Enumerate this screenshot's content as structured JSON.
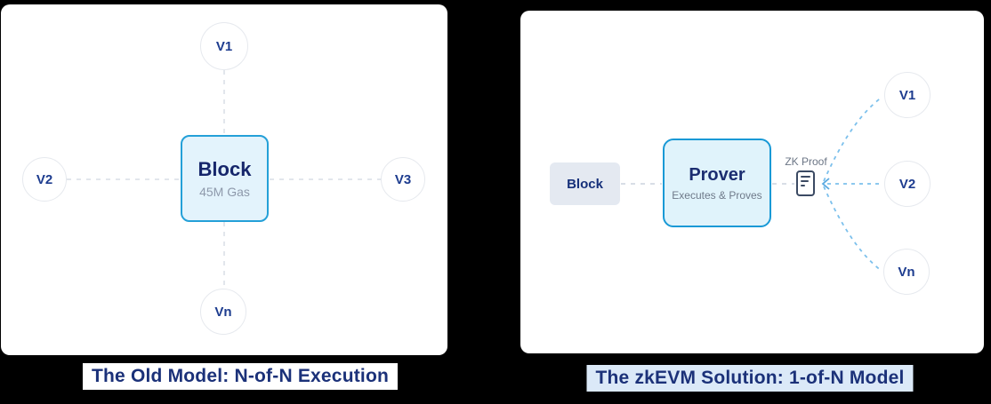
{
  "left_panel": {
    "caption": "The Old Model: N-of-N Execution",
    "block": {
      "title": "Block",
      "subtitle": "45M Gas"
    },
    "validators": [
      {
        "label": "V1"
      },
      {
        "label": "V2"
      },
      {
        "label": "V3"
      },
      {
        "label": "Vn"
      }
    ]
  },
  "right_panel": {
    "caption": "The zkEVM Solution: 1-of-N Model",
    "block_label": "Block",
    "prover": {
      "title": "Prover",
      "subtitle": "Executes & Proves"
    },
    "zk_proof_label": "ZK Proof",
    "validators": [
      {
        "label": "V1"
      },
      {
        "label": "V2"
      },
      {
        "label": "Vn"
      }
    ]
  },
  "colors": {
    "page_background": "#000000",
    "card_background": "#ffffff",
    "accent_blue_border": "#1899d6",
    "accent_blue_fill": "#e0f3fb",
    "navy_text": "#1b3179",
    "gray_dash": "#d9dee6",
    "blue_dash": "#7cc0ec",
    "right_caption_background": "#dbe9f8",
    "muted_text": "#8e99ab"
  }
}
